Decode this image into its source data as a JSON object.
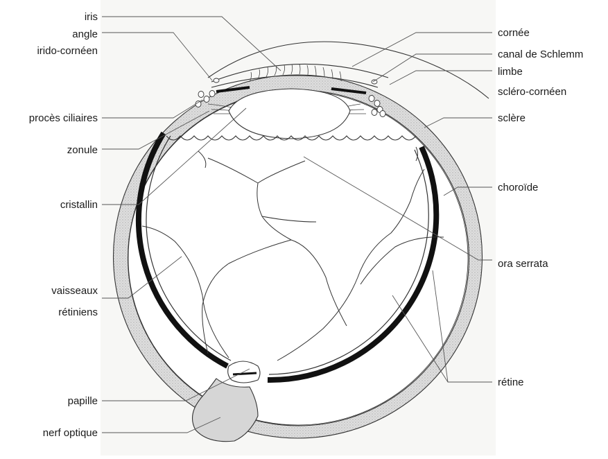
{
  "labels": {
    "iris": "iris",
    "angle_line1": "angle",
    "angle_line2": "irido-cornéen",
    "proces": "procès ciliaires",
    "zonule": "zonule",
    "cristallin": "cristallin",
    "vaisseaux_line1": "vaisseaux",
    "vaisseaux_line2": "rétiniens",
    "papille": "papille",
    "nerf": "nerf optique",
    "cornee": "cornée",
    "schlemm": "canal de Schlemm",
    "limbe_line1": "limbe",
    "limbe_line2": "scléro-cornéen",
    "sclere": "sclère",
    "choroide": "choroïde",
    "ora": "ora serrata",
    "retine": "rétine"
  }
}
